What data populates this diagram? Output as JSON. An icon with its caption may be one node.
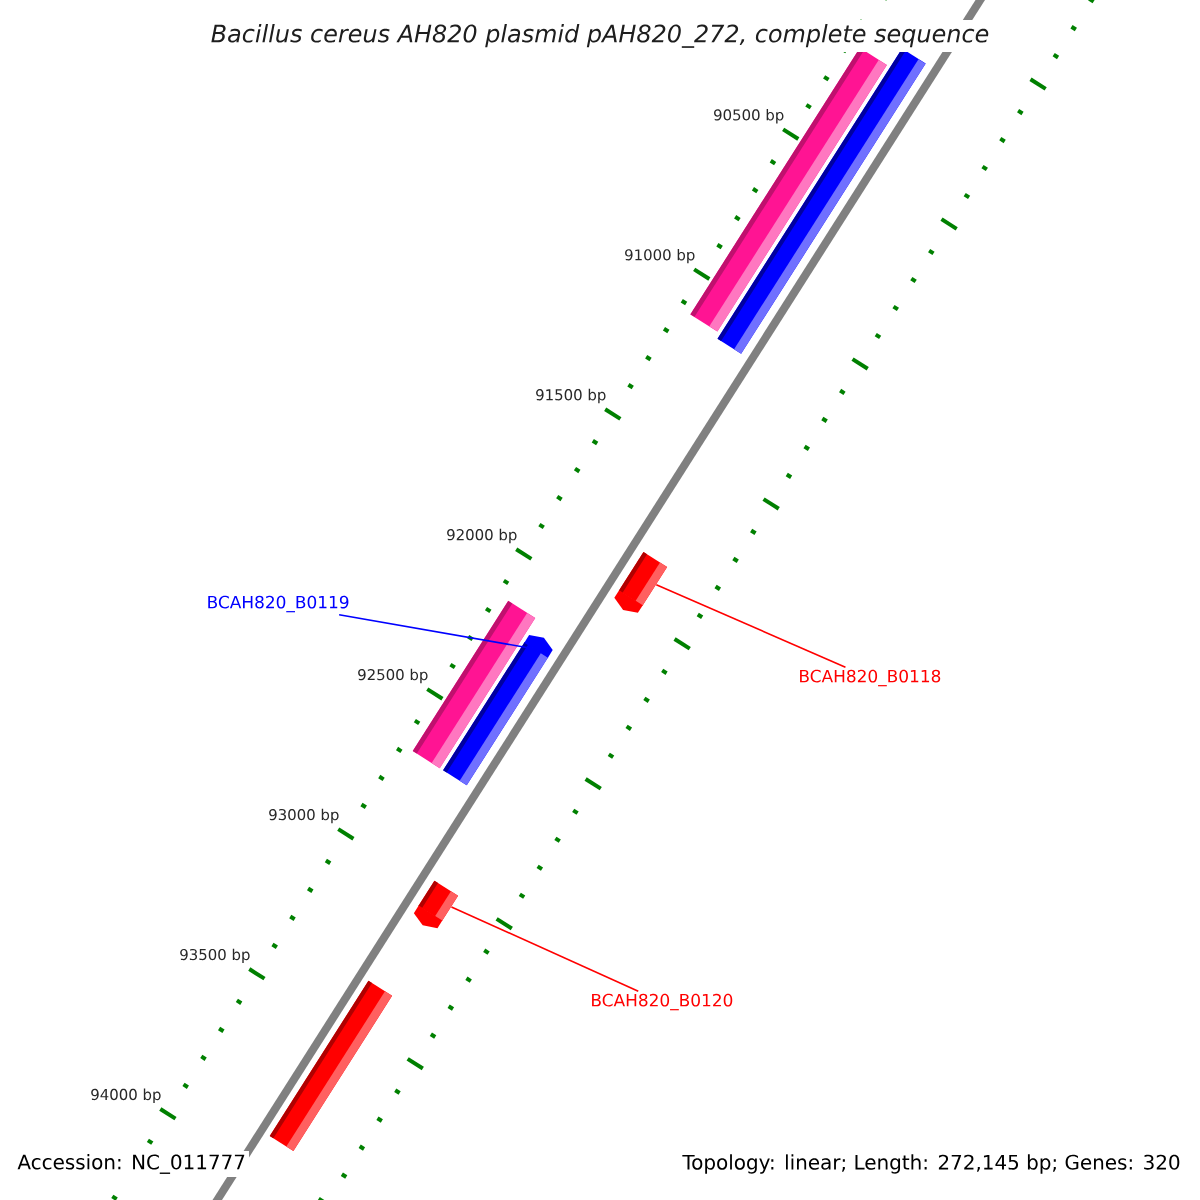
{
  "diagram": {
    "title": "Bacillus cereus AH820 plasmid pAH820_272, complete sequence",
    "nodes": [
      {
        "text": [],
        "shape": "bar"
      },
      {
        "text": [],
        "shape": "bar"
      },
      {
        "text": [],
        "shape": "bar"
      },
      {
        "text": [],
        "shape": "bar"
      },
      {
        "text": [],
        "shape": "bar"
      },
      {
        "text": [],
        "shape": "bar"
      },
      {
        "text": [],
        "shape": "bar"
      },
      {
        "text": [
          "BCAH820_B0119"
        ]
      },
      {
        "text": [
          "BCAH820_B0118"
        ]
      },
      {
        "text": [
          "BCAH820_B0120"
        ]
      }
    ],
    "edges": [
      {
        "from": 7,
        "to": 4,
        "arrow": "none",
        "color": "#0000ff"
      },
      {
        "from": 8,
        "to": 2,
        "arrow": "none"
      },
      {
        "from": 9,
        "to": 5,
        "arrow": "none"
      }
    ],
    "labels": [
      "90500 bp",
      "91000 bp",
      "91500 bp",
      "92000 bp",
      "92500 bp",
      "93000 bp",
      "93500 bp",
      "94000 bp",
      "Accession: NC_011777",
      "Topology: linear; Length: 272,145 bp; Genes: 320"
    ]
  }
}
